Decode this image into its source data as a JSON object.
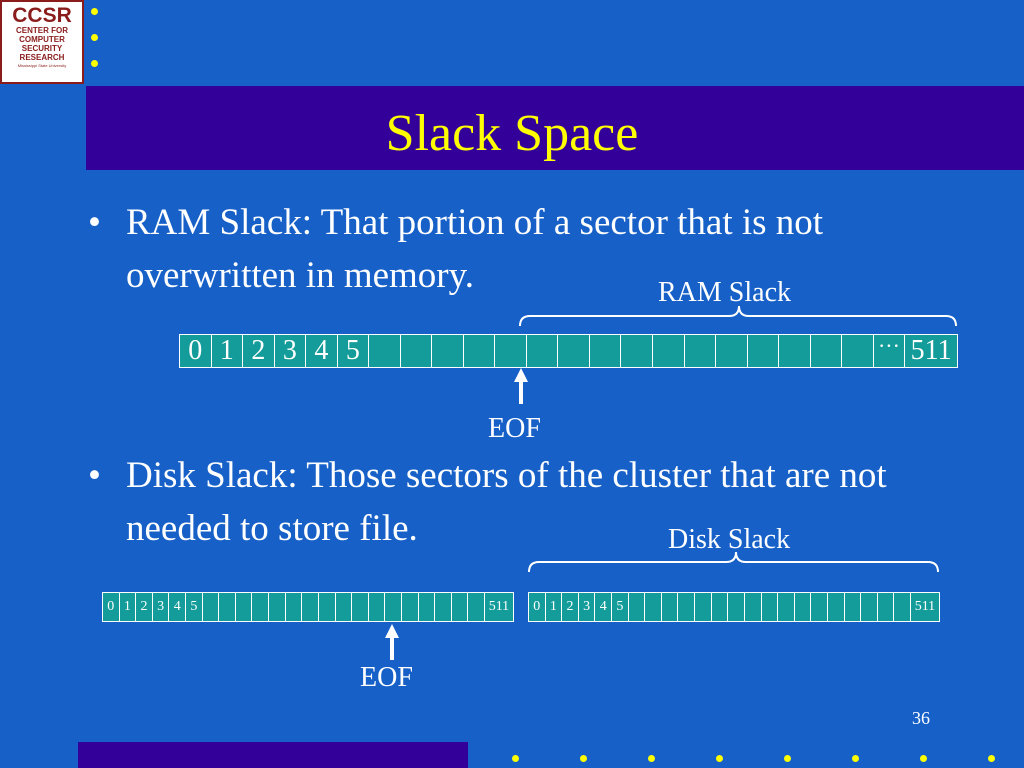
{
  "logo": {
    "title": "CCSR",
    "line1": "CENTER FOR",
    "line2": "COMPUTER",
    "line3": "SECURITY",
    "line4": "RESEARCH",
    "line5": "Mississippi State University"
  },
  "slide": {
    "title": "Slack Space",
    "page_number": "36"
  },
  "bullets": [
    {
      "symbol": "•",
      "text": "RAM Slack: That portion of a sector that is not overwritten in memory."
    },
    {
      "symbol": "•",
      "text": "Disk Slack: Those sectors of the cluster that are not needed to store file."
    }
  ],
  "ram_diagram": {
    "brace_label": "RAM Slack",
    "eof_label": "EOF",
    "cells": [
      "0",
      "1",
      "2",
      "3",
      "4",
      "5",
      "",
      "",
      "",
      "",
      "",
      "",
      "",
      "",
      "",
      "",
      "",
      "",
      "",
      "",
      "",
      "",
      "···",
      "511"
    ]
  },
  "disk_diagram": {
    "brace_label": "Disk Slack",
    "eof_label": "EOF",
    "cluster1": [
      "0",
      "1",
      "2",
      "3",
      "4",
      "5",
      "",
      "",
      "",
      "",
      "",
      "",
      "",
      "",
      "",
      "",
      "",
      "",
      "",
      "",
      "",
      "",
      "",
      "511"
    ],
    "cluster2": [
      "0",
      "1",
      "2",
      "3",
      "4",
      "5",
      "",
      "",
      "",
      "",
      "",
      "",
      "",
      "",
      "",
      "",
      "",
      "",
      "",
      "",
      "",
      "",
      "",
      "511"
    ]
  },
  "colors": {
    "background": "#1660c8",
    "title_bar": "#330099",
    "title_text": "#ffff00",
    "cell_fill": "#139c99",
    "accent_dots": "#ffff00"
  }
}
